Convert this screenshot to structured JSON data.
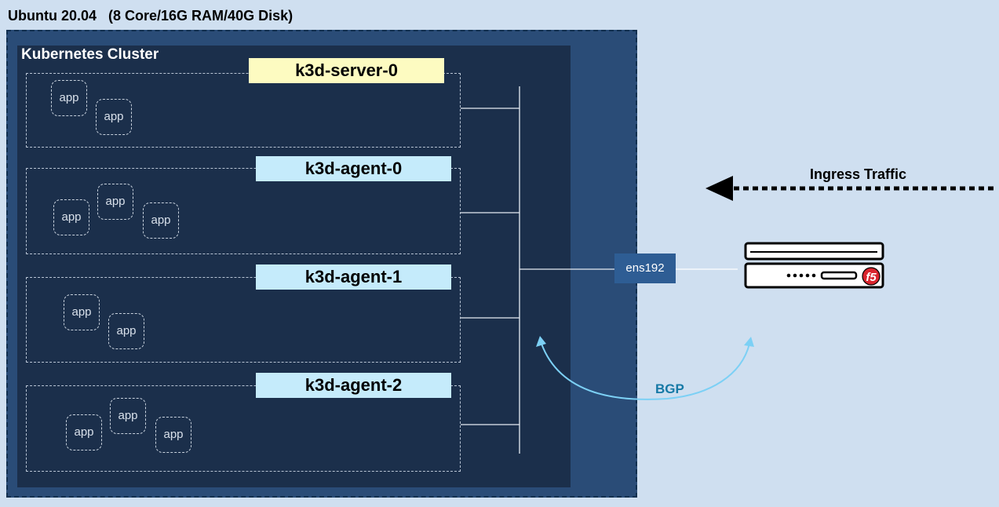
{
  "host": {
    "title": "Ubuntu 20.04   (8 Core/16G RAM/40G Disk)"
  },
  "cluster": {
    "title": "Kubernetes Cluster"
  },
  "nodes": [
    {
      "label": "k3d-server-0",
      "apps": [
        "app",
        "app"
      ]
    },
    {
      "label": "k3d-agent-0",
      "apps": [
        "app",
        "app",
        "app"
      ]
    },
    {
      "label": "k3d-agent-1",
      "apps": [
        "app",
        "app"
      ]
    },
    {
      "label": "k3d-agent-2",
      "apps": [
        "app",
        "app",
        "app"
      ]
    }
  ],
  "network": {
    "interface": "ens192"
  },
  "traffic": {
    "label": "Ingress Traffic"
  },
  "bgp": {
    "label": "BGP"
  },
  "device": {
    "badge": "f5",
    "icon": "f5-appliance-icon"
  },
  "colors": {
    "background": "#cfdff0",
    "host": "#2a4c77",
    "cluster": "#1b2f4b",
    "server_label": "#fdfbc1",
    "agent_label": "#c5ebfb",
    "interface": "#2e5d94",
    "bgp_arrow": "#7cd0f5",
    "bgp_text": "#1679a6",
    "f5_red": "#d9252e"
  }
}
